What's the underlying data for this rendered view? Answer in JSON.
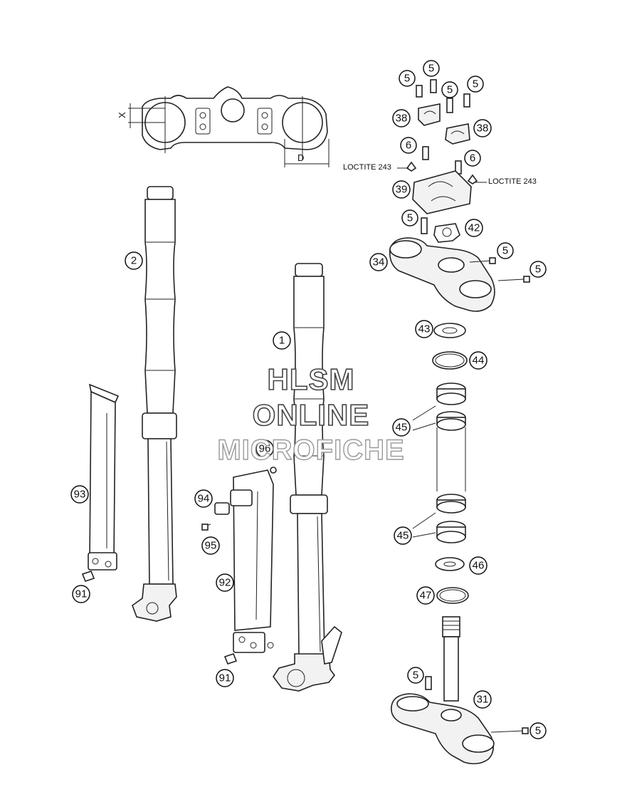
{
  "watermark": {
    "line1": "HLSM",
    "line2": "ONLINE",
    "line3": "MICROFICHE"
  },
  "dimensions": {
    "x_label": "X",
    "d_label": "D"
  },
  "annotations": {
    "loctite_left": "LOCTITE 243",
    "loctite_right": "LOCTITE 243"
  },
  "callouts": [
    "5",
    "5",
    "5",
    "5",
    "38",
    "38",
    "6",
    "6",
    "39",
    "5",
    "42",
    "34",
    "5",
    "5",
    "43",
    "44",
    "45",
    "45",
    "46",
    "47",
    "5",
    "31",
    "5",
    "2",
    "1",
    "93",
    "91",
    "94",
    "95",
    "96",
    "92",
    "91"
  ]
}
